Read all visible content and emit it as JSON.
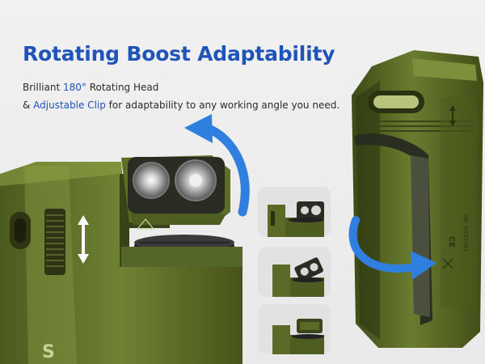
{
  "headline": "Rotating Boost Adaptability",
  "description": {
    "line1_a": "Brilliant ",
    "line1_highlight": "180° ",
    "line1_b": "Rotating Head",
    "line2_a": "& ",
    "line2_highlight": "Adjustable Clip",
    "line2_b": " for adaptability to any working angle you need."
  },
  "product_markings": {
    "serial": "SN: GS37001",
    "cert": "CE"
  },
  "colors": {
    "accent_blue": "#1f54b8",
    "arrow_blue": "#2f7fe0",
    "body_green": "#5e6f2a",
    "body_green_dark": "#3f4b19",
    "background": "#eeeeee"
  },
  "thumbnails": [
    {
      "state": "head-rotated-forward"
    },
    {
      "state": "head-rotated-middle"
    },
    {
      "state": "head-rotated-up"
    }
  ]
}
